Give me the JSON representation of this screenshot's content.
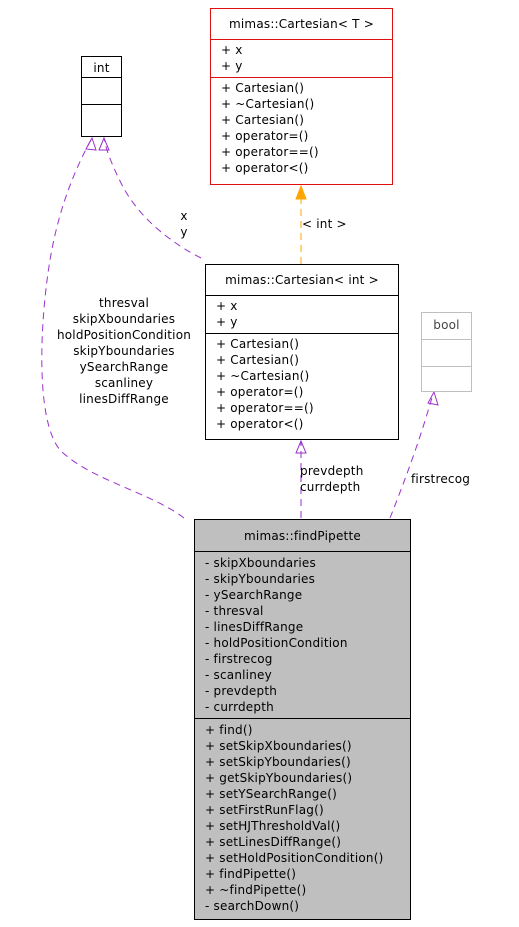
{
  "classes": {
    "int": {
      "title": "int"
    },
    "cartesian_t": {
      "title": "mimas::Cartesian< T >",
      "attributes": [
        "+ x",
        "+ y"
      ],
      "methods": [
        "+ Cartesian()",
        "+ ~Cartesian()",
        "+ Cartesian()",
        "+ operator=()",
        "+ operator==()",
        "+ operator<()"
      ],
      "border_color": "#e01010"
    },
    "cartesian_int": {
      "title": "mimas::Cartesian< int >",
      "attributes": [
        "+ x",
        "+ y"
      ],
      "methods": [
        "+ Cartesian()",
        "+ Cartesian()",
        "+ ~Cartesian()",
        "+ operator=()",
        "+ operator==()",
        "+ operator<()"
      ]
    },
    "bool": {
      "title": "bool",
      "border_color": "#bfbfbf"
    },
    "find_pipette": {
      "title": "mimas::findPipette",
      "attributes": [
        "- skipXboundaries",
        "- skipYboundaries",
        "- ySearchRange",
        "- thresval",
        "- linesDiffRange",
        "- holdPositionCondition",
        "- firstrecog",
        "- scanliney",
        "- prevdepth",
        "- currdepth"
      ],
      "methods": [
        "+ find()",
        "+ setSkipXboundaries()",
        "+ setSkipYboundaries()",
        "+ getSkipYboundaries()",
        "+ setYSearchRange()",
        "+ setFirstRunFlag()",
        "+ setHJThresholdVal()",
        "+ setLinesDiffRange()",
        "+ setHoldPositionCondition()",
        "+ findPipette()",
        "+ ~findPipette()",
        "- searchDown()"
      ],
      "background": "#bfbfbf"
    }
  },
  "edge_labels": {
    "int_to_cartesian_int": [
      "x",
      "y"
    ],
    "template_instantiation": "< int >",
    "int_to_find_pipette": [
      "thresval",
      "skipXboundaries",
      "holdPositionCondition",
      "skipYboundaries",
      "ySearchRange",
      "scanliney",
      "linesDiffRange"
    ],
    "cartesian_int_to_find_pipette": [
      "prevdepth",
      "currdepth"
    ],
    "bool_to_find_pipette": [
      "firstrecog"
    ]
  },
  "colors": {
    "usage_edge": "#9a32cd",
    "template_edge": "#ffa500",
    "template_class_border": "#e01010",
    "external_type_border": "#bfbfbf",
    "focus_class_fill": "#bfbfbf"
  }
}
